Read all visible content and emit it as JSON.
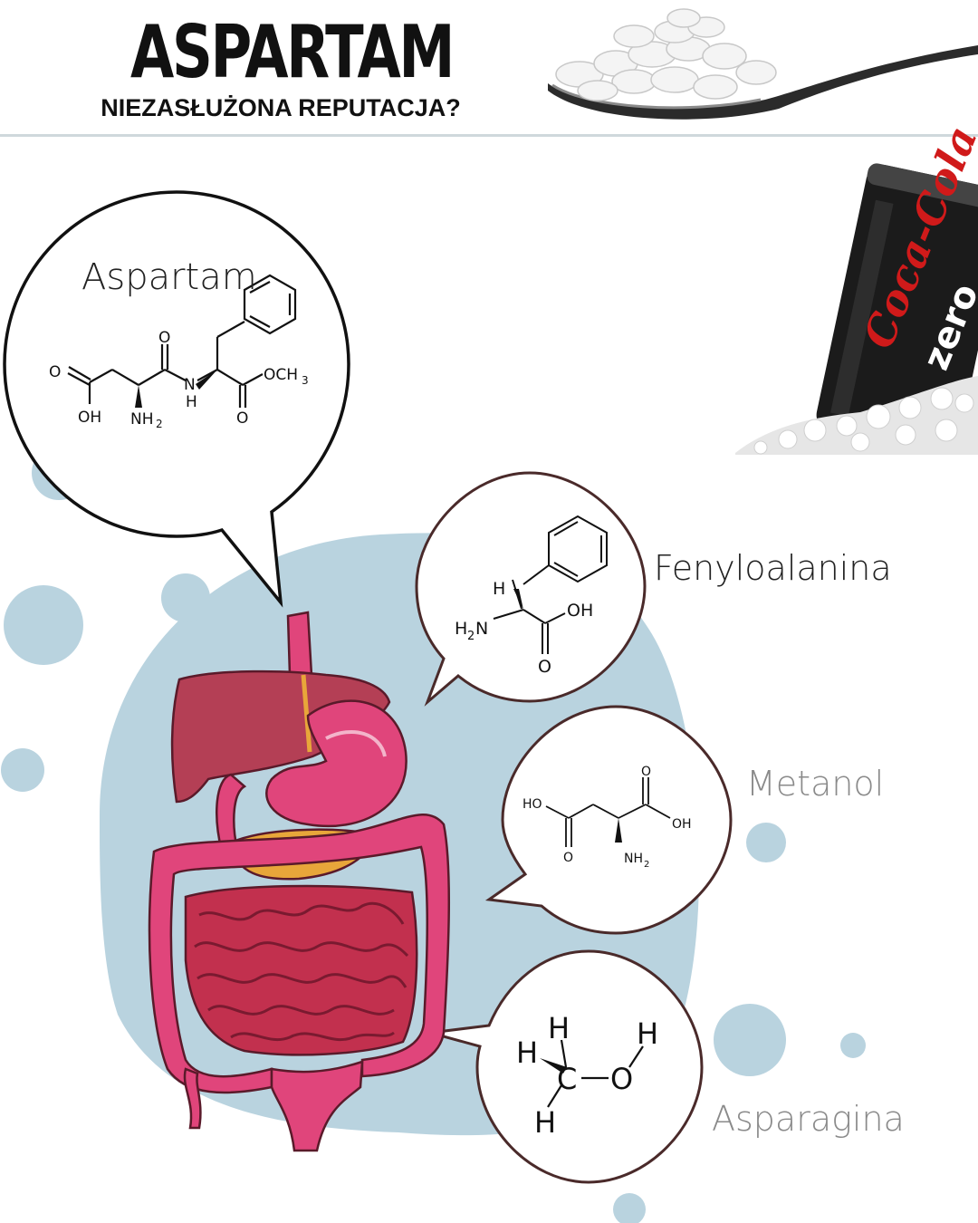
{
  "header": {
    "title": "ASPARTAM",
    "subtitle": "NIEZASŁUŻONA REPUTACJA?"
  },
  "bubbles": {
    "aspartame": {
      "label": "Aspartam",
      "atoms": {
        "o_top": "O",
        "o_left": "O",
        "oh": "OH",
        "nh2": "NH",
        "nh2_sub": "2",
        "nh": "N",
        "h": "H",
        "och3": "OCH",
        "och3_sub": "3",
        "o_bottom": "O"
      }
    },
    "phenylalanine": {
      "atoms": {
        "h": "H",
        "h2n": "H",
        "h2n_sub": "2",
        "h2n_n": "N",
        "oh": "OH",
        "o": "O"
      }
    },
    "aspartic": {
      "atoms": {
        "ho": "HO",
        "o_top": "O",
        "oh": "OH",
        "o_bottom": "O",
        "nh2": "NH",
        "nh2_sub": "2"
      }
    },
    "methanol": {
      "atoms": {
        "h_top": "H",
        "h_left": "H",
        "c": "C",
        "o": "O",
        "h_right": "H",
        "h_bottom": "H"
      }
    }
  },
  "side_labels": {
    "fenyloalanina": "Fenyloalanina",
    "metanol": "Metanol",
    "asparagina": "Asparagina"
  },
  "colors": {
    "blob": "#b9d3df",
    "bubble_stroke": "#111111",
    "small_bubble_stroke": "#4a2a2a",
    "organ_pink": "#e0457b",
    "liver": "#b43f55",
    "gold": "#e8a63a"
  },
  "images": [
    "sugar-spoon",
    "coca-cola-zero-can",
    "digestive-system"
  ]
}
